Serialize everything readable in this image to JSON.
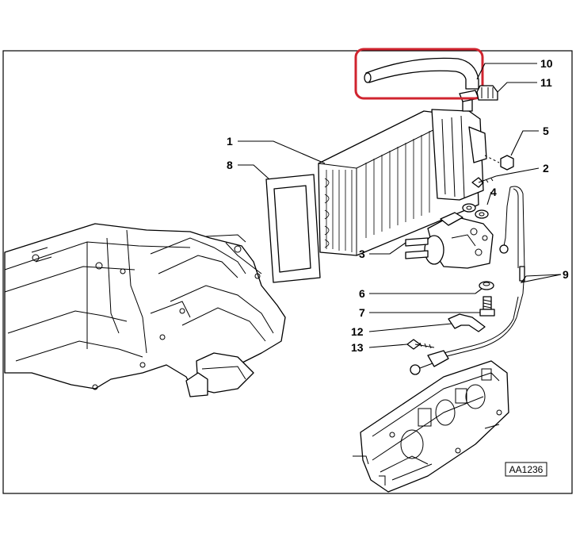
{
  "diagram": {
    "reference_code": "AA1236",
    "highlight_color": "#d0242f",
    "callouts": [
      {
        "id": "1",
        "label": "1"
      },
      {
        "id": "2",
        "label": "2"
      },
      {
        "id": "3",
        "label": "3"
      },
      {
        "id": "4",
        "label": "4"
      },
      {
        "id": "5",
        "label": "5"
      },
      {
        "id": "6",
        "label": "6"
      },
      {
        "id": "7",
        "label": "7"
      },
      {
        "id": "8",
        "label": "8"
      },
      {
        "id": "9",
        "label": "9"
      },
      {
        "id": "10",
        "label": "10"
      },
      {
        "id": "11",
        "label": "11"
      },
      {
        "id": "12",
        "label": "12"
      },
      {
        "id": "13",
        "label": "13"
      }
    ],
    "highlighted_part": "10"
  }
}
